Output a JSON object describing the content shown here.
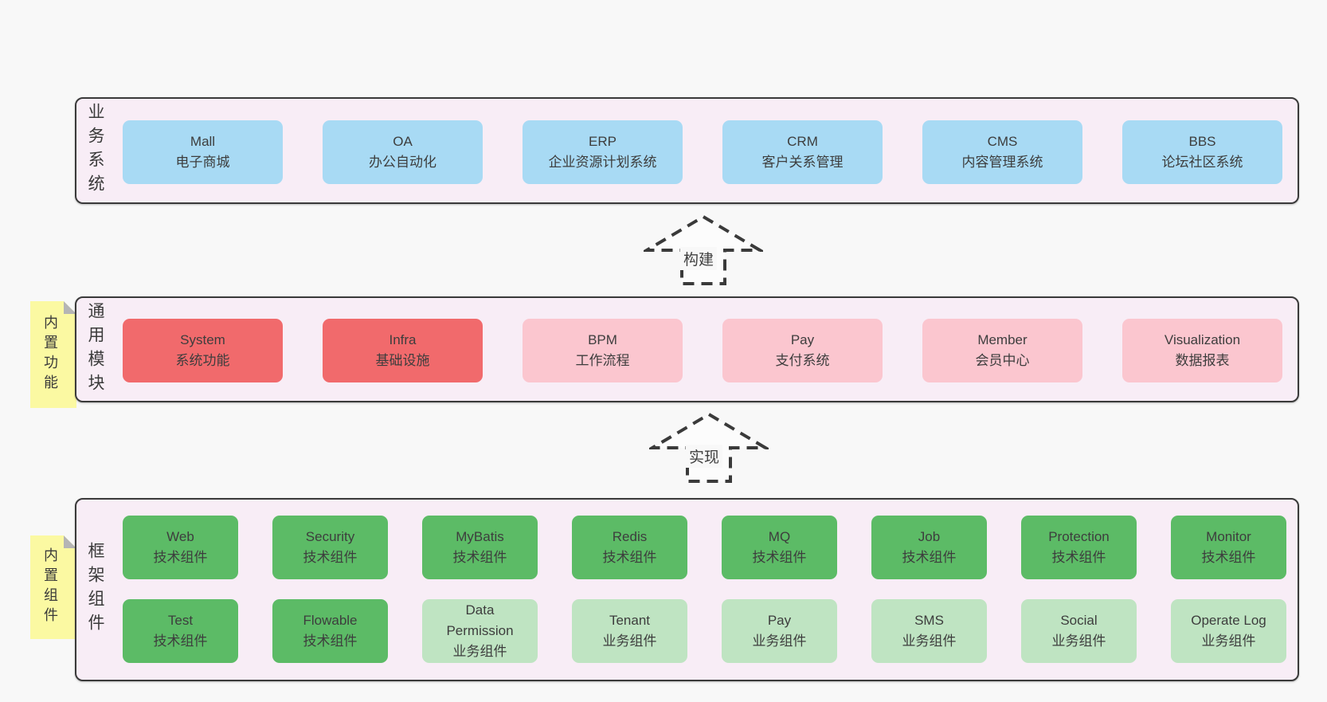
{
  "colors": {
    "page_bg": "#f8f8f8",
    "layer_bg": "#f8edf6",
    "layer_border": "#3a3a3a",
    "box_blue": "#a8daf4",
    "box_red": "#f16a6c",
    "box_pink": "#fbc6cf",
    "box_green": "#5cbb66",
    "box_light_green": "#bfe4c2",
    "tab_yellow": "#fbf9a2",
    "tab_fold_gray": "#b5b5b5",
    "text": "#3a3a3a"
  },
  "layers": {
    "business": {
      "label": "业务系统",
      "boxes": [
        {
          "name": "Mall",
          "desc": "电子商城"
        },
        {
          "name": "OA",
          "desc": "办公自动化"
        },
        {
          "name": "ERP",
          "desc": "企业资源计划系统"
        },
        {
          "name": "CRM",
          "desc": "客户关系管理"
        },
        {
          "name": "CMS",
          "desc": "内容管理系统"
        },
        {
          "name": "BBS",
          "desc": "论坛社区系统"
        }
      ]
    },
    "modules": {
      "label": "通用模块",
      "tab": "内置功能",
      "boxes": [
        {
          "name": "System",
          "desc": "系统功能"
        },
        {
          "name": "Infra",
          "desc": "基础设施"
        },
        {
          "name": "BPM",
          "desc": "工作流程"
        },
        {
          "name": "Pay",
          "desc": "支付系统"
        },
        {
          "name": "Member",
          "desc": "会员中心"
        },
        {
          "name": "Visualization",
          "desc": "数据报表"
        }
      ]
    },
    "components": {
      "label": "框架组件",
      "tab": "内置组件",
      "row1": [
        {
          "name": "Web",
          "desc": "技术组件"
        },
        {
          "name": "Security",
          "desc": "技术组件"
        },
        {
          "name": "MyBatis",
          "desc": "技术组件"
        },
        {
          "name": "Redis",
          "desc": "技术组件"
        },
        {
          "name": "MQ",
          "desc": "技术组件"
        },
        {
          "name": "Job",
          "desc": "技术组件"
        },
        {
          "name": "Protection",
          "desc": "技术组件"
        },
        {
          "name": "Monitor",
          "desc": "技术组件"
        }
      ],
      "row2": [
        {
          "name": "Test",
          "desc": "技术组件"
        },
        {
          "name": "Flowable",
          "desc": "技术组件"
        },
        {
          "name": "Data Permission",
          "desc": "业务组件"
        },
        {
          "name": "Tenant",
          "desc": "业务组件"
        },
        {
          "name": "Pay",
          "desc": "业务组件"
        },
        {
          "name": "SMS",
          "desc": "业务组件"
        },
        {
          "name": "Social",
          "desc": "业务组件"
        },
        {
          "name": "Operate Log",
          "desc": "业务组件"
        }
      ]
    }
  },
  "arrows": {
    "build": {
      "label": "构建"
    },
    "implement": {
      "label": "实现"
    }
  }
}
